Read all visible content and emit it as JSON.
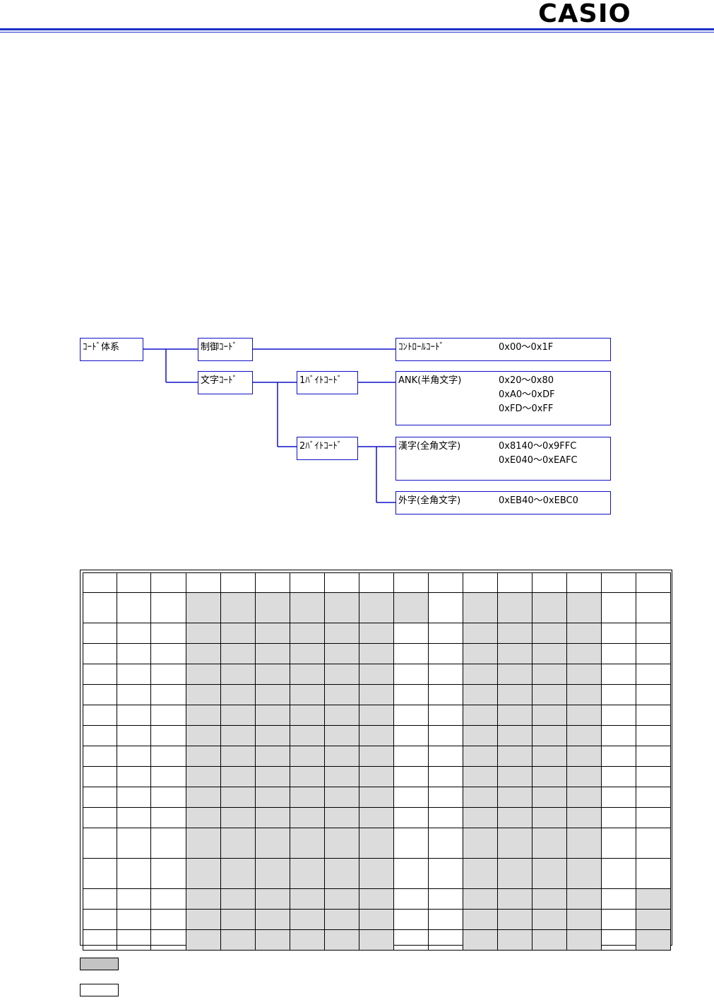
{
  "header": {
    "logo_text": "CASIO",
    "rule_color": "#1a2fc8"
  },
  "diagram": {
    "line_color": "#1010c8",
    "root": "ｺｰﾄﾞ体系",
    "control": "制御ｺｰﾄﾞ",
    "character": "文字ｺｰﾄﾞ",
    "single_byte": "1ﾊﾞｲﾄｺｰﾄﾞ",
    "double_byte": "2ﾊﾞｲﾄｺｰﾄﾞ",
    "leaves": [
      {
        "label": "ｺﾝﾄﾛｰﾙｺｰﾄﾞ",
        "ranges": [
          "0x00〜0x1F"
        ]
      },
      {
        "label": "ANK(半角文字)",
        "ranges": [
          "0x20〜0x80",
          "0xA0〜0xDF",
          "0xFD〜0xFF"
        ]
      },
      {
        "label": "漢字(全角文字)",
        "ranges": [
          "0x8140〜0x9FFC",
          "0xE040〜0xEAFC"
        ]
      },
      {
        "label": "外字(全角文字)",
        "ranges": [
          "0xEB40〜0xEBC0"
        ]
      }
    ]
  },
  "code_table": {
    "shade_color": "#dcdcdc",
    "columns": 17,
    "rows": [
      {
        "shaded": []
      },
      {
        "shaded": [
          3,
          4,
          5,
          6,
          7,
          8,
          9,
          11,
          12,
          13,
          14
        ]
      },
      {
        "shaded": [
          3,
          4,
          5,
          6,
          7,
          8,
          11,
          12,
          13,
          14
        ]
      },
      {
        "shaded": [
          3,
          4,
          5,
          6,
          7,
          8,
          11,
          12,
          13,
          14
        ]
      },
      {
        "shaded": [
          3,
          4,
          5,
          6,
          7,
          8,
          11,
          12,
          13,
          14
        ]
      },
      {
        "shaded": [
          3,
          4,
          5,
          6,
          7,
          8,
          11,
          12,
          13,
          14
        ]
      },
      {
        "shaded": [
          3,
          4,
          5,
          6,
          7,
          8,
          11,
          12,
          13,
          14
        ]
      },
      {
        "shaded": [
          3,
          4,
          5,
          6,
          7,
          8,
          11,
          12,
          13,
          14
        ]
      },
      {
        "shaded": [
          3,
          4,
          5,
          6,
          7,
          8,
          11,
          12,
          13,
          14
        ]
      },
      {
        "shaded": [
          3,
          4,
          5,
          6,
          7,
          8,
          11,
          12,
          13,
          14
        ]
      },
      {
        "shaded": [
          3,
          4,
          5,
          6,
          7,
          8,
          11,
          12,
          13,
          14
        ]
      },
      {
        "shaded": [
          3,
          4,
          5,
          6,
          7,
          8,
          11,
          12,
          13,
          14
        ]
      },
      {
        "shaded": [
          3,
          4,
          5,
          6,
          7,
          8,
          11,
          12,
          13,
          14
        ]
      },
      {
        "shaded": [
          3,
          4,
          5,
          6,
          7,
          8,
          11,
          12,
          13,
          14
        ]
      },
      {
        "shaded": [
          3,
          4,
          5,
          6,
          7,
          8,
          11,
          12,
          13,
          14,
          16
        ]
      },
      {
        "shaded": [
          3,
          4,
          5,
          6,
          7,
          8,
          11,
          12,
          13,
          14,
          16
        ]
      },
      {
        "shaded": [
          3,
          4,
          5,
          6,
          7,
          8,
          11,
          12,
          13,
          14,
          16
        ]
      }
    ]
  },
  "legend": {
    "gray_color": "#c4c4c4",
    "white_color": "#ffffff"
  }
}
